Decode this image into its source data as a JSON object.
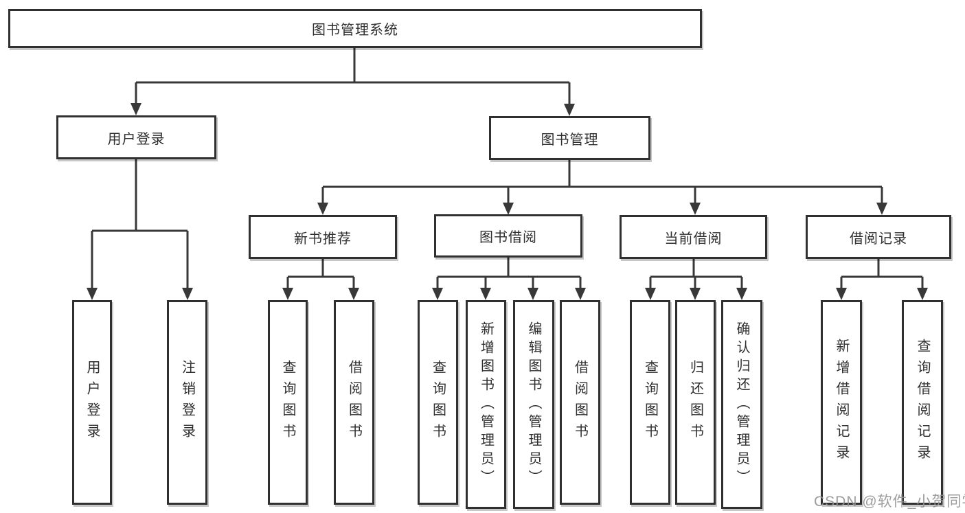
{
  "root": {
    "label": "图书管理系统"
  },
  "user_login": {
    "label": "用户登录",
    "children": [
      "用户登录",
      "注销登录"
    ]
  },
  "book_mgmt": {
    "label": "图书管理"
  },
  "new_books": {
    "label": "新书推荐",
    "children": [
      "查询图书",
      "借阅图书"
    ]
  },
  "borrow": {
    "label": "图书借阅",
    "children": [
      "查询图书",
      "新增图书（管理员）",
      "编辑图书（管理员）",
      "借阅图书"
    ]
  },
  "current": {
    "label": "当前借阅",
    "children": [
      "查询图书",
      "归还图书",
      "确认归还（管理员）"
    ]
  },
  "records": {
    "label": "借阅记录",
    "children": [
      "新增借阅记录",
      "查询借阅记录"
    ]
  },
  "watermark": {
    "text": "CSDN @软件_小贺同学"
  },
  "colors": {
    "line": "#383838",
    "box_border": "#303030",
    "text": "#2f2f2f",
    "watermark": "#949494",
    "background": "#ffffff"
  }
}
